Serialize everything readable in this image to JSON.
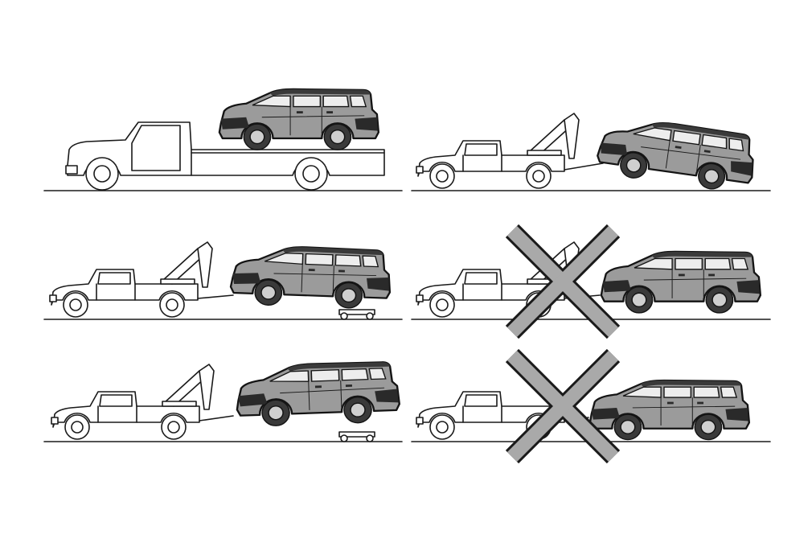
{
  "diagram": {
    "panels": [
      {
        "id": "flatbed",
        "method": "flatbed-truck",
        "acceptable": true
      },
      {
        "id": "wheel-lift-rear-raised",
        "method": "wheel-lift-front-wheels-on-ground",
        "acceptable": true
      },
      {
        "id": "wheel-lift-front-raised-dolly",
        "method": "wheel-lift-with-dolly",
        "acceptable": true
      },
      {
        "id": "sling-front-raised",
        "method": "sling-type-rear-wheels-on-ground",
        "acceptable": false
      },
      {
        "id": "wheel-lift-rear-raised-dolly",
        "method": "wheel-lift-rear-with-dolly",
        "acceptable": true
      },
      {
        "id": "sling-rear-raised",
        "method": "sling-type-front-wheels-on-ground",
        "acceptable": false
      }
    ],
    "colors": {
      "vehicle_fill": "#9b9b9b",
      "line": "#1a1a1a",
      "prohibited_mark": "#a9a9a9",
      "background": "#ffffff"
    }
  }
}
